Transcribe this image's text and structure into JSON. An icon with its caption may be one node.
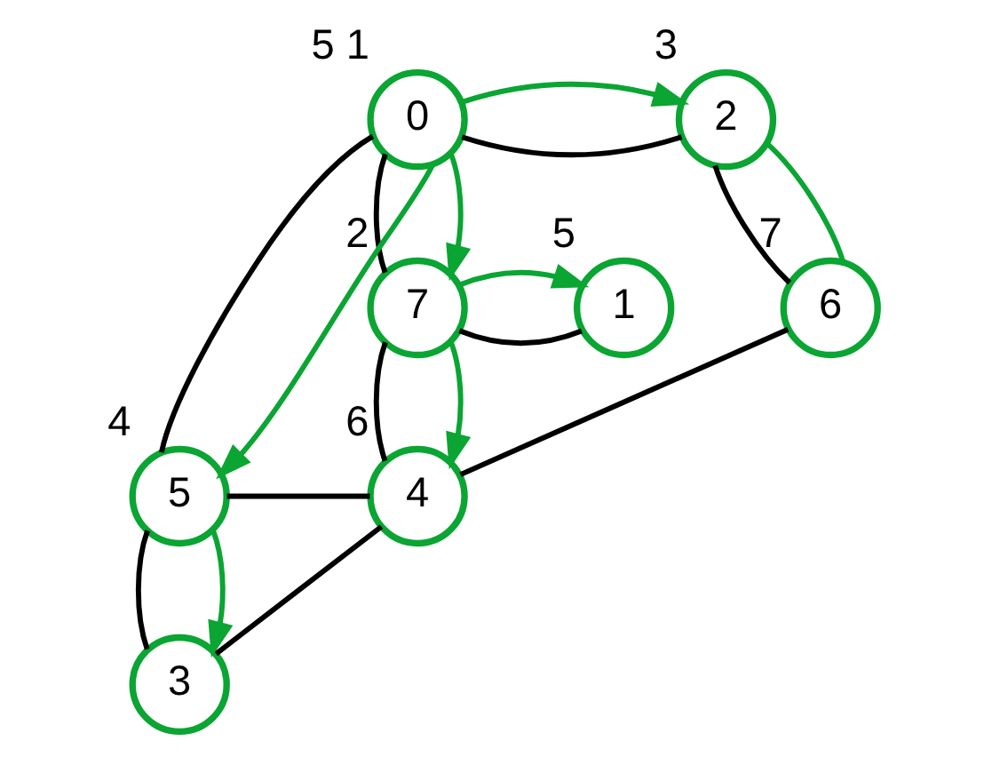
{
  "diagram": {
    "nodes": [
      {
        "text": [
          "0"
        ],
        "beside": [
          "5",
          "1"
        ]
      },
      {
        "text": [
          "2"
        ],
        "beside": [
          "3"
        ]
      },
      {
        "text": [
          "7"
        ],
        "beside": [
          "2"
        ]
      },
      {
        "text": [
          "1"
        ],
        "beside": [
          "5"
        ]
      },
      {
        "text": [
          "6"
        ],
        "beside": [
          "7"
        ]
      },
      {
        "text": [
          "3"
        ]
      },
      {
        "text": [
          "5"
        ],
        "beside": [
          "4"
        ]
      },
      {
        "text": [
          "4"
        ],
        "beside": [
          "6"
        ]
      }
    ],
    "edges": [
      {
        "from": 0,
        "to": 1,
        "arrow": "none"
      },
      {
        "from": 0,
        "to": 2,
        "arrow": "none"
      },
      {
        "from": 0,
        "to": 6,
        "arrow": "none"
      },
      {
        "from": 1,
        "to": 4,
        "arrow": "none"
      },
      {
        "from": 2,
        "to": 3,
        "arrow": "none"
      },
      {
        "from": 2,
        "to": 7,
        "arrow": "none"
      },
      {
        "from": 6,
        "to": 5,
        "arrow": "none"
      },
      {
        "from": 5,
        "to": 7,
        "arrow": "none"
      },
      {
        "from": 6,
        "to": 7,
        "arrow": "none"
      },
      {
        "from": 4,
        "to": 7,
        "arrow": "none"
      },
      {
        "from": 0,
        "to": 1,
        "arrow": "to",
        "color": "#0aa532"
      },
      {
        "from": 0,
        "to": 2,
        "arrow": "to",
        "color": "#0aa532"
      },
      {
        "from": 1,
        "to": 4,
        "arrow": "none",
        "color": "#0aa532"
      },
      {
        "from": 2,
        "to": 3,
        "arrow": "to",
        "color": "#0aa532"
      },
      {
        "from": 2,
        "to": 7,
        "arrow": "to",
        "color": "#0aa532"
      },
      {
        "from": 0,
        "to": 6,
        "arrow": "to",
        "color": "#0aa532"
      },
      {
        "from": 6,
        "to": 5,
        "arrow": "to",
        "color": "#0aa532"
      }
    ]
  }
}
